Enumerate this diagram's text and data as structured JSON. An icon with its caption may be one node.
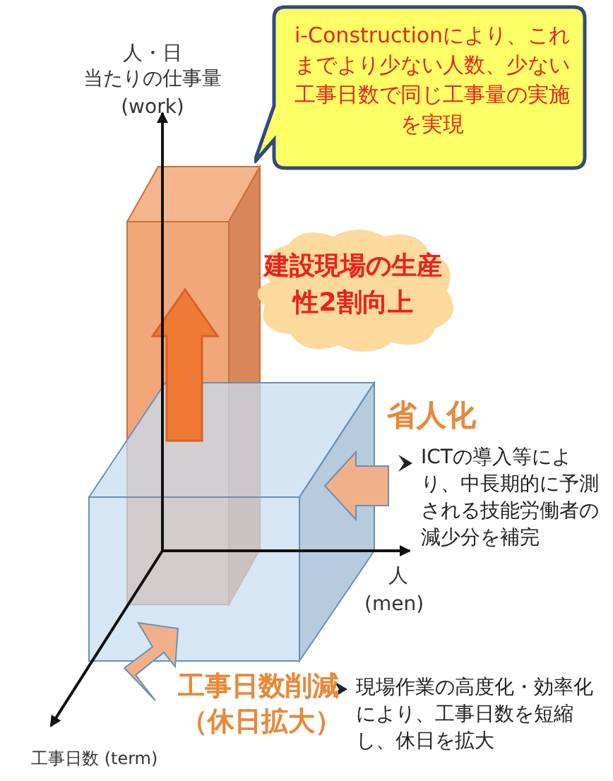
{
  "diagram": {
    "nodes": [
      {
        "text": [
          "i-Constructionにより、これまでより少ない人数、少ない工事日数で同じ工事量の実施を実現"
        ]
      },
      {
        "text": [
          "建設現場の生産性2割向上"
        ]
      }
    ],
    "labels": [
      "人・日",
      "当たりの仕事量",
      "(work)",
      "省人化",
      "ICTの導入等により、中長期的に予測される技能労働者の減少分を補完",
      "人",
      "(men)",
      "工事日数削減",
      "（休日拡大）",
      "現場作業の高度化・効率化により、工事日数を短縮し、休日を拡大",
      "工事日数 (term)"
    ]
  }
}
